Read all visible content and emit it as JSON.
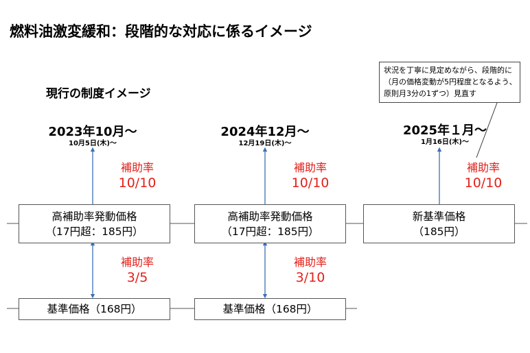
{
  "title": "燃料油激変緩和：段階的な対応に係るイメージ",
  "subtitle": "現行の制度イメージ",
  "callout": {
    "lines": [
      "状況を丁寧に見定めながら、段階的に",
      "（月の価格変動が5円程度となるよう、",
      "原則月3分の1ずつ）見直す"
    ]
  },
  "phases": [
    {
      "date_main": "2023年10月～",
      "date_sub": "10月5日(木)～",
      "upper_rate_label": "補助率",
      "upper_rate_value": "10/10",
      "upper_box": [
        "高補助率発動価格",
        "（17円超：185円）"
      ],
      "lower_rate_label": "補助率",
      "lower_rate_value": "3/5",
      "lower_box": "基準価格（168円）"
    },
    {
      "date_main": "2024年12月～",
      "date_sub": "12月19日(木)～",
      "upper_rate_label": "補助率",
      "upper_rate_value": "10/10",
      "upper_box": [
        "高補助率発動価格",
        "（17円超：185円）"
      ],
      "lower_rate_label": "補助率",
      "lower_rate_value": "3/10",
      "lower_box": "基準価格（168円）"
    },
    {
      "date_main": "2025年１月～",
      "date_sub": "1月16日(木)～",
      "upper_rate_label": "補助率",
      "upper_rate_value": "10/10",
      "upper_box": [
        "新基準価格",
        "（185円）"
      ]
    }
  ]
}
